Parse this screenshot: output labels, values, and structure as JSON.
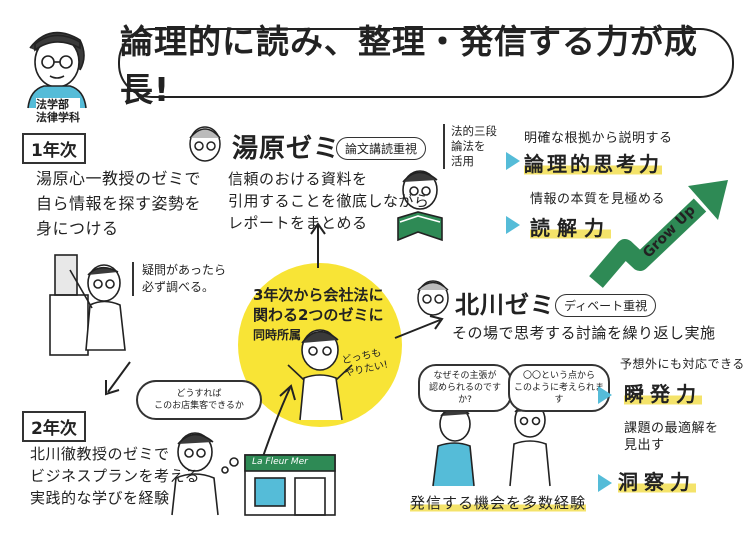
{
  "header": {
    "title": "論理的に読み、整理・発信する力が成長!",
    "avatar_dept": "法学部",
    "avatar_major": "法律学科"
  },
  "year1": {
    "label": "1年次",
    "desc_lines": [
      "湯原心一教授のゼミで",
      "自ら情報を探す姿勢を",
      "身につける"
    ],
    "thought_lines": [
      "疑問があったら",
      "必ず調べる。"
    ]
  },
  "yuhara": {
    "name": "湯原ゼミ",
    "tag": "論文講読重視",
    "desc_lines": [
      "信頼のおける資料を",
      "引用することを徹底しながら",
      "レポートをまとめる"
    ],
    "method_lines": [
      "法的三段",
      "論法を",
      "活用"
    ]
  },
  "skills_top": [
    {
      "sub": "明確な根拠から説明する",
      "name": "論理的思考力"
    },
    {
      "sub": "情報の本質を見極める",
      "name": "読解力"
    }
  ],
  "growup": "Grow Up",
  "center": {
    "lines": [
      "3年次から会社法に",
      "関わる2つのゼミに",
      "同時所属"
    ],
    "speech_lines": [
      "どっちも",
      "やりたい!"
    ]
  },
  "kitagawa": {
    "name": "北川ゼミ",
    "tag": "ディベート重視",
    "desc": "その場で思考する討論を繰り返し実施",
    "q1_lines": [
      "なぜその主張が",
      "認められるのですか?"
    ],
    "q2_lines": [
      "〇〇という点から",
      "このように考えられます"
    ],
    "footer": "発信する機会を多数経験"
  },
  "skills_bottom": [
    {
      "sub_lines": [
        "予想外にも対応できる"
      ],
      "name": "瞬発力"
    },
    {
      "sub_lines": [
        "課題の最適解を",
        "見出す"
      ],
      "name": "洞察力"
    }
  ],
  "year2": {
    "label": "2年次",
    "desc_lines": [
      "北川徹教授のゼミで",
      "ビジネスプランを考える",
      "実践的な学びを経験"
    ],
    "thought_lines": [
      "どうすれば",
      "このお店集客できるか"
    ],
    "shop_sign": "La Fleur Mer"
  },
  "colors": {
    "yellow": "#f8e436",
    "green": "#2e8a55",
    "blue": "#55bcd8",
    "highlight": "#f4e36a"
  }
}
